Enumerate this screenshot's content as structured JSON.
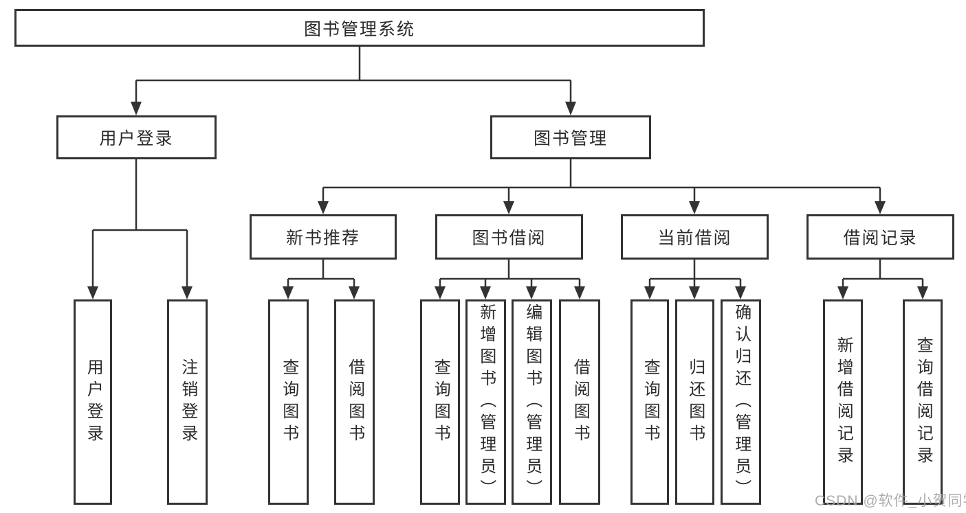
{
  "diagram": {
    "root": {
      "label": "图书管理系统"
    },
    "branches": [
      {
        "label": "用户登录",
        "children": [
          {
            "label": "用户登录"
          },
          {
            "label": "注销登录"
          }
        ]
      },
      {
        "label": "图书管理",
        "sections": [
          {
            "label": "新书推荐",
            "children": [
              {
                "label": "查询图书"
              },
              {
                "label": "借阅图书"
              }
            ]
          },
          {
            "label": "图书借阅",
            "children": [
              {
                "label": "查询图书"
              },
              {
                "label": "新增图书（管理员）"
              },
              {
                "label": "编辑图书（管理员）"
              },
              {
                "label": "借阅图书"
              }
            ]
          },
          {
            "label": "当前借阅",
            "children": [
              {
                "label": "查询图书"
              },
              {
                "label": "归还图书"
              },
              {
                "label": "确认归还（管理员）"
              }
            ]
          },
          {
            "label": "借阅记录",
            "children": [
              {
                "label": "新增借阅记录"
              },
              {
                "label": "查询借阅记录"
              }
            ]
          }
        ]
      }
    ]
  },
  "watermark": {
    "text": "CSDN @软件_小贺同学"
  },
  "colors": {
    "line": "#333333",
    "box_border": "#333333",
    "text": "#2b2b2b",
    "watermark": "#a5a5a5",
    "background": "#ffffff"
  }
}
